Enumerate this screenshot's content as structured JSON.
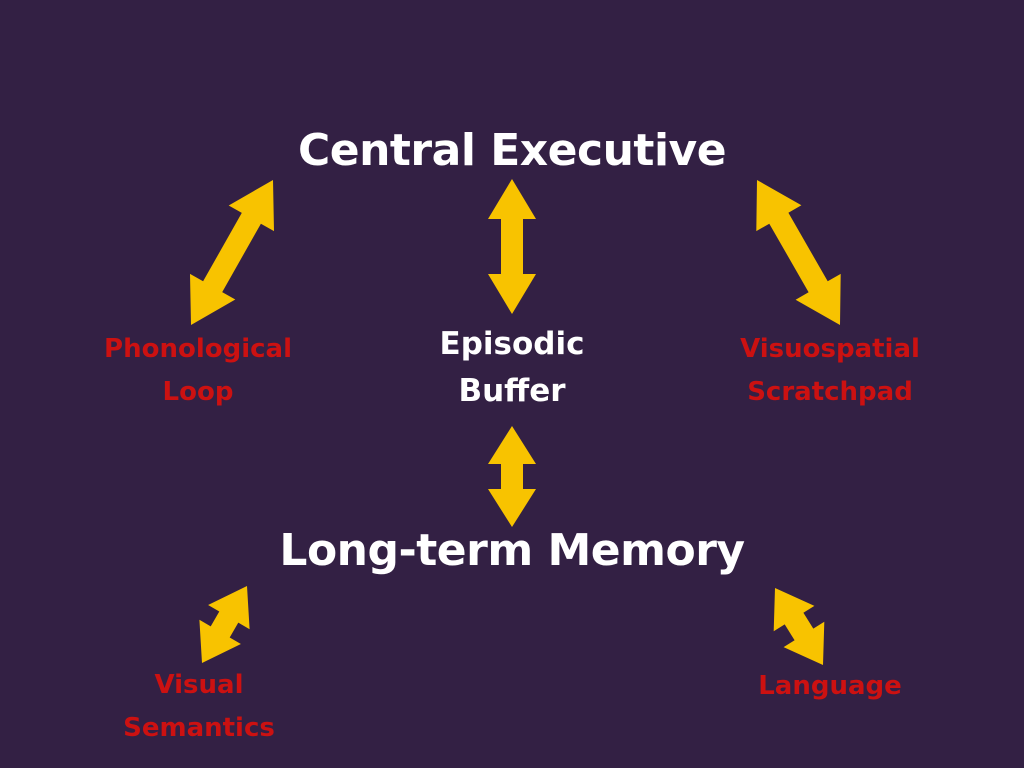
{
  "background_color": "#332044",
  "arrow_color": "#f8c300",
  "primary_text_color": "#ffffff",
  "secondary_text_color": "#cc1111",
  "nodes": {
    "central_executive": {
      "lines": [
        "Central Executive"
      ]
    },
    "phonological_loop": {
      "lines": [
        "Phonological",
        "Loop"
      ]
    },
    "episodic_buffer": {
      "lines": [
        "Episodic",
        "Buffer"
      ]
    },
    "visuospatial_scratchpad": {
      "lines": [
        "Visuospatial",
        "Scratchpad"
      ]
    },
    "long_term_memory": {
      "lines": [
        "Long-term Memory"
      ]
    },
    "visual_semantics": {
      "lines": [
        "Visual",
        "Semantics"
      ]
    },
    "language": {
      "lines": [
        "Language"
      ]
    }
  },
  "connections": [
    {
      "from": "central_executive",
      "to": "phonological_loop",
      "direction": "bidirectional"
    },
    {
      "from": "central_executive",
      "to": "episodic_buffer",
      "direction": "bidirectional"
    },
    {
      "from": "central_executive",
      "to": "visuospatial_scratchpad",
      "direction": "bidirectional"
    },
    {
      "from": "episodic_buffer",
      "to": "long_term_memory",
      "direction": "bidirectional"
    },
    {
      "from": "long_term_memory",
      "to": "visual_semantics",
      "direction": "bidirectional"
    },
    {
      "from": "long_term_memory",
      "to": "language",
      "direction": "bidirectional"
    }
  ]
}
